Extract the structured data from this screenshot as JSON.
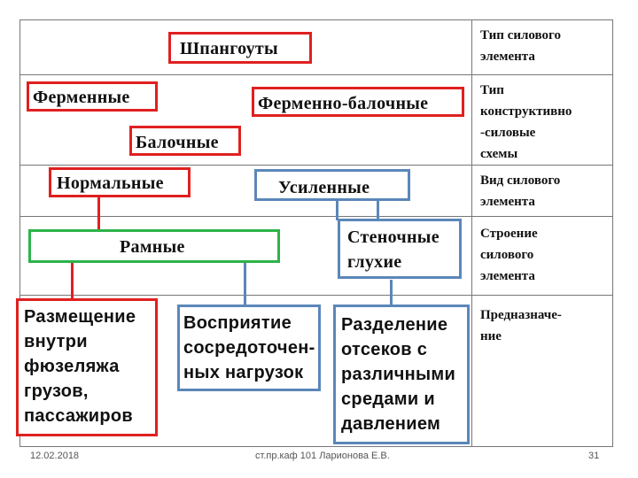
{
  "diagram": {
    "top_title": "Шпангоуты",
    "nodes": {
      "fermennye": "Ферменные",
      "fermenno_balochnye": "Ферменно-балочные",
      "balochnye": "Балочные",
      "normalnye": "Нормальные",
      "usilennye": "Усиленные",
      "ramnye": "Рамные",
      "stenochnye": "Стеночные глухие",
      "razmeschenie": "Размещение внутри фюзеляжа грузов, пассажиров",
      "vospriyatie": "Восприятие сосредоточен-ных нагрузок",
      "razdelenie": "Разделение отсеков с различными средами и давлением"
    },
    "stenochnye_lines": [
      "Стеночные",
      "глухие"
    ],
    "razmeschenie_lines": [
      "Размещение",
      "внутри",
      "фюзеляжа",
      "грузов,",
      "пассажиров"
    ],
    "vospriyatie_lines": [
      "Восприятие",
      "сосредоточен-",
      "ных нагрузок"
    ],
    "razdelenie_lines": [
      "Разделение",
      "отсеков с",
      "различными",
      "средами и",
      "давлением"
    ]
  },
  "right_column": {
    "row1": [
      "Тип силового",
      "элемента"
    ],
    "row2": [
      "Тип",
      "конструктивно",
      "-силовые",
      "схемы"
    ],
    "row3": [
      "Вид силового",
      "элемента"
    ],
    "row4": [
      "Строение",
      "силового",
      "элемента"
    ],
    "row5": [
      "Предназначе-",
      "ние"
    ]
  },
  "footer": {
    "date": "12.02.2018",
    "author": "ст.пр.каф 101 Ларионова Е.В.",
    "page": "31"
  },
  "colors": {
    "red": "#e02020",
    "blue": "#5b87b9",
    "green": "#2db34a",
    "grid": "#777777"
  }
}
